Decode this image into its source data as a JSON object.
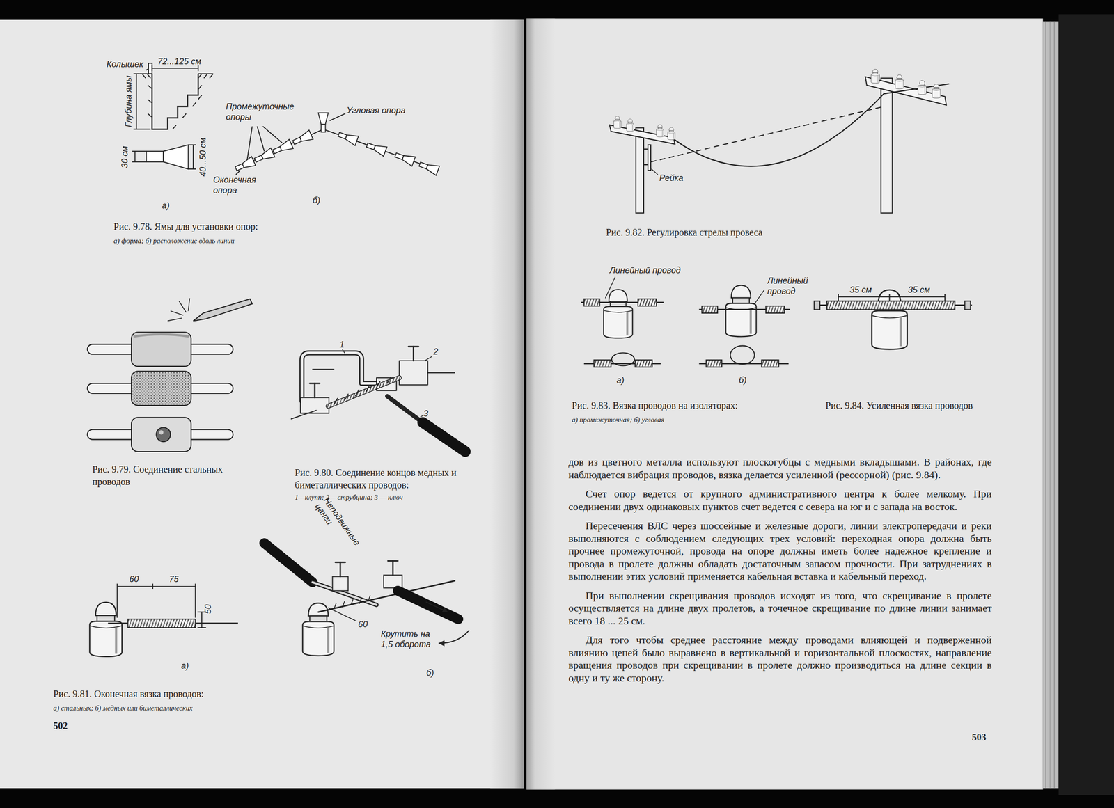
{
  "diagram": {
    "labels": [
      "Колышек",
      "72...125 см",
      "Глубина ямы",
      "30 см",
      "40...50 см",
      "Промежуточные опоры",
      "Угловая опора",
      "Оконечная опора",
      "а)",
      "б)",
      "Рис. 9.78. Ямы для установки опор:",
      "а) форма; б) расположение вдоль линии",
      "Рис. 9.79. Соединение стальных проводов",
      "1",
      "2",
      "3",
      "Рис. 9.80. Соединение концов медных и биметаллических проводов:",
      "1—клупп; 2— струбцина; 3 — ключ",
      "60",
      "75",
      "50",
      "а)",
      "Неподвижные цанги",
      "60",
      "Крутить на 1,5 оборота",
      "б)",
      "Рис. 9.81. Оконечная вязка проводов:",
      "а) стальных; б) медных или биметаллических",
      "502",
      "Рейка",
      "Рис. 9.82. Регулировка стрелы провеса",
      "Линейный провод",
      "Линейный провод",
      "а)",
      "б)",
      "35 см",
      "35 см",
      "Рис. 9.83. Вязка проводов на изоляторах:",
      "а) промежуточная; б) угловая",
      "Рис. 9.84. Усиленная вязка проводов",
      "дов из цветного металла используют плоскогубцы с медными вкладышами. В районах, где наблюдается вибрация проводов, вязка делается усиленной (рессорной) (рис. 9.84).",
      "Счет опор ведется от крупного административного центра к более мелкому. При соединении двух одинаковых пунктов счет ведется с севера на юг и с запада на восток.",
      "Пересечения ВЛС через шоссейные и железные дороги, линии электропередачи и реки выполняются с соблюдением следующих трех условий: переходная опора должна быть прочнее промежуточной, провода на опоре должны иметь более надежное крепление и провода в пролете должны обладать достаточным запасом прочности. При затруднениях в выполнении этих условий применяется кабельная вставка и кабельный переход.",
      "При выполнении скрещивания проводов исходят из того, что скрещивание в пролете осуществляется на длине двух пролетов, а точечное скрещивание по длине линии занимает всего 18 ... 25 см.",
      "Для того чтобы среднее расстояние между проводами влияющей и подверженной влиянию цепей было выравнено в вертикальной и горизонтальной плоскостях, направление вращения проводов при скрещивании в пролете должно производиться на длине секции в одну и ту же сторону.",
      "503"
    ]
  }
}
